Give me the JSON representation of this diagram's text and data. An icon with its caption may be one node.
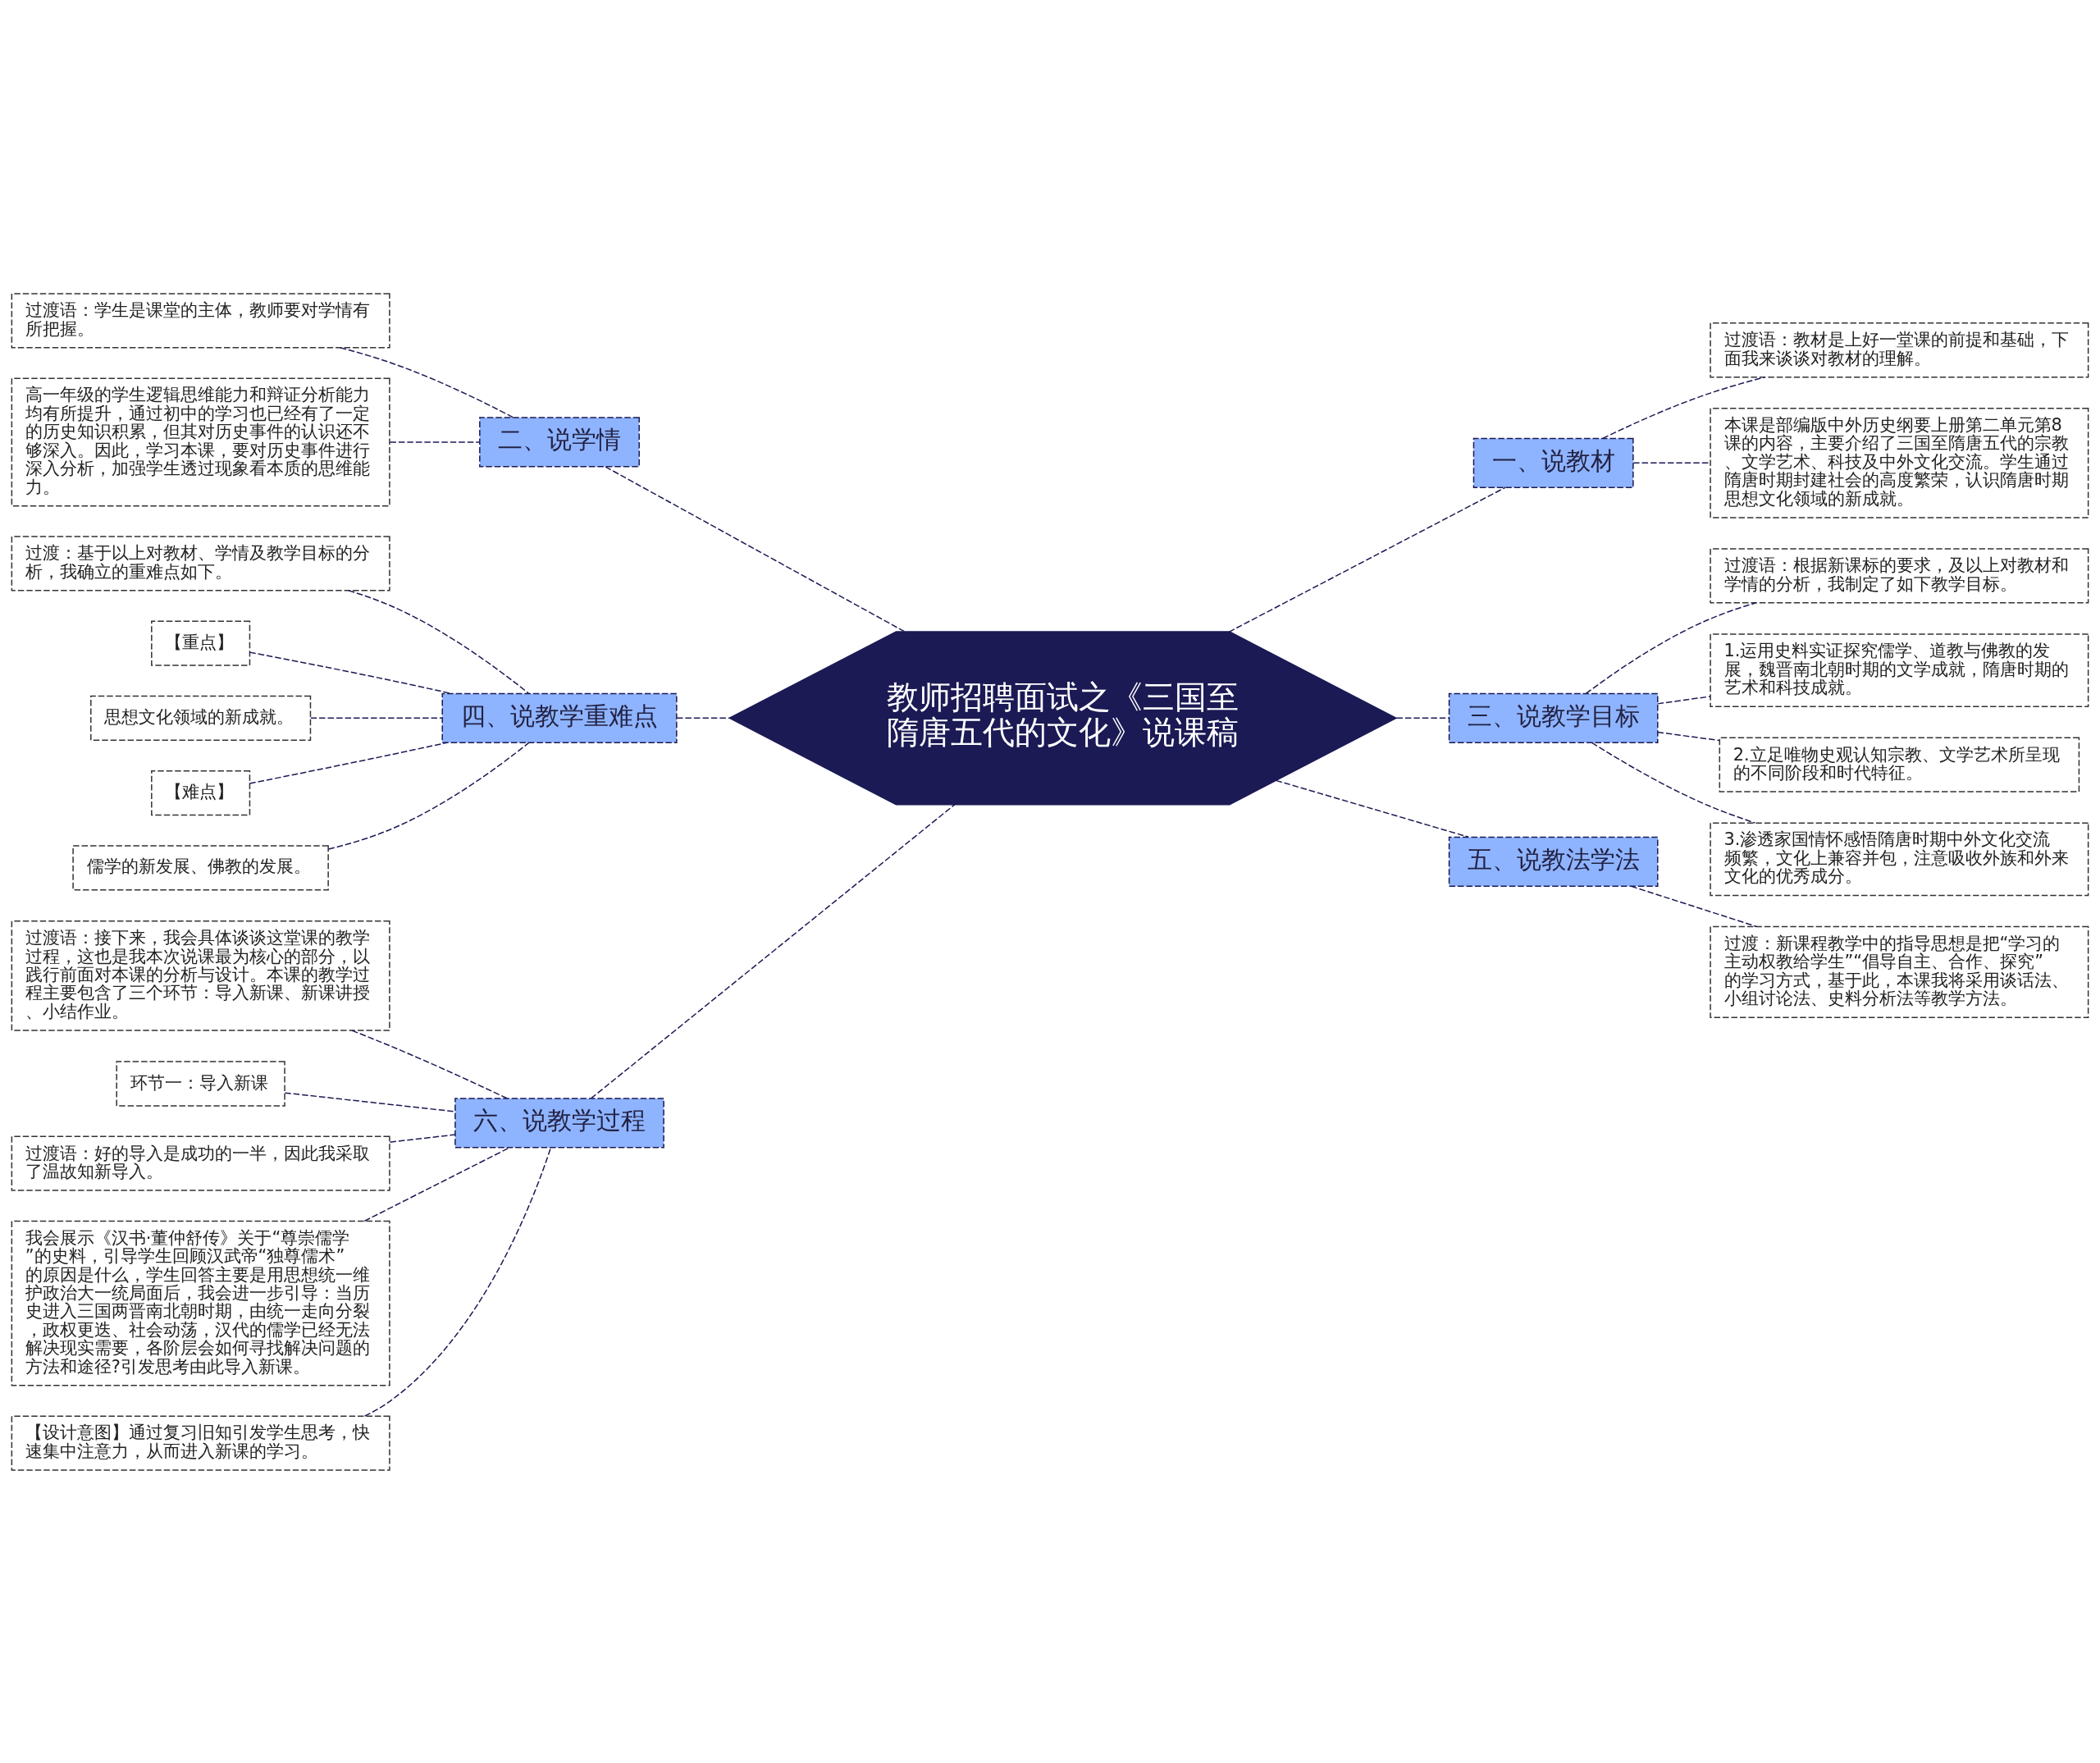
{
  "diagram": {
    "nodes": [
      {
        "text": [
          "教师招聘面试之《三国至隋唐五代的文化》说课稿"
        ]
      },
      {
        "text": [
          "一、说教材"
        ]
      },
      {
        "text": [
          "过渡语：教材是上好一堂课的前提和基础，下面我来谈谈对教材的理解。"
        ]
      },
      {
        "text": [
          "本课是部编版中外历史纲要上册第二单元第8课的内容，主要介绍了三国至隋唐五代的宗教、文学艺术、科技及中外文化交流。学生通过隋唐时期封建社会的高度繁荣，认识隋唐时期思想文化领域的新成就。"
        ]
      },
      {
        "text": [
          "三、说教学目标"
        ]
      },
      {
        "text": [
          "过渡语：根据新课标的要求，及以上对教材和学情的分析，我制定了如下教学目标。"
        ]
      },
      {
        "text": [
          "1.运用史料实证探究儒学、道教与佛教的发展，魏晋南北朝时期的文学成就，隋唐时期的艺术和科技成就。"
        ]
      },
      {
        "text": [
          "2.立足唯物史观认知宗教、文学艺术所呈现的不同阶段和时代特征。"
        ]
      },
      {
        "text": [
          "3.渗透家国情怀感悟隋唐时期中外文化交流频繁，文化上兼容并包，注意吸收外族和外来文化的优秀成分。"
        ]
      },
      {
        "text": [
          "五、说教法学法"
        ]
      },
      {
        "text": [
          "过渡：新课程教学中的指导思想是把“学习的主动权教给学生”“倡导自主、合作、探究”的学习方式，基于此，本课我将采用谈话法、小组讨论法、史料分析法等教学方法。"
        ]
      },
      {
        "text": [
          "二、说学情"
        ]
      },
      {
        "text": [
          "过渡语：学生是课堂的主体，教师要对学情有所把握。"
        ]
      },
      {
        "text": [
          "高一年级的学生逻辑思维能力和辩证分析能力均有所提升，通过初中的学习也已经有了一定的历史知识积累，但其对历史事件的认识还不够深入。因此，学习本课，要对历史事件进行深入分析，加强学生透过现象看本质的思维能力。"
        ]
      },
      {
        "text": [
          "四、说教学重难点"
        ]
      },
      {
        "text": [
          "过渡：基于以上对教材、学情及教学目标的分析，我确立的重难点如下。"
        ]
      },
      {
        "text": [
          "【重点】"
        ]
      },
      {
        "text": [
          "思想文化领域的新成就。"
        ]
      },
      {
        "text": [
          "【难点】"
        ]
      },
      {
        "text": [
          "儒学的新发展、佛教的发展。"
        ]
      },
      {
        "text": [
          "六、说教学过程"
        ]
      },
      {
        "text": [
          "过渡语：接下来，我会具体谈谈这堂课的教学过程，这也是我本次说课最为核心的部分，以践行前面对本课的分析与设计。本课的教学过程主要包含了三个环节：导入新课、新课讲授、小结作业。"
        ]
      },
      {
        "text": [
          "环节一：导入新课"
        ]
      },
      {
        "text": [
          "过渡语：好的导入是成功的一半，因此我采取了温故知新导入。"
        ]
      },
      {
        "text": [
          "我会展示《汉书·董仲舒传》关于“尊崇儒学”的史料，引导学生回顾汉武帝“独尊儒术”的原因是什么，学生回答主要是用思想统一维护政治大一统局面后，我会进一步引导：当历史进入三国两晋南北朝时期，由统一走向分裂，政权更迭、社会动荡，汉代的儒学已经无法解决现实需要，各阶层会如何寻找解决问题的方法和途径?引发思考由此导入新课。"
        ]
      },
      {
        "text": [
          "【设计意图】通过复习旧知引发学生思考，快速集中注意力，从而进入新课的学习。"
        ]
      }
    ],
    "edges": [
      {
        "from": 0,
        "to": 1,
        "arrow": "none",
        "style": "dashed"
      },
      {
        "from": 1,
        "to": 2,
        "arrow": "none",
        "style": "dashed"
      },
      {
        "from": 1,
        "to": 3,
        "arrow": "none",
        "style": "dashed"
      },
      {
        "from": 0,
        "to": 4,
        "arrow": "none",
        "style": "dashed"
      },
      {
        "from": 4,
        "to": 5,
        "arrow": "none",
        "style": "dashed"
      },
      {
        "from": 4,
        "to": 6,
        "arrow": "none",
        "style": "dashed"
      },
      {
        "from": 4,
        "to": 7,
        "arrow": "none",
        "style": "dashed"
      },
      {
        "from": 4,
        "to": 8,
        "arrow": "none",
        "style": "dashed"
      },
      {
        "from": 0,
        "to": 9,
        "arrow": "none",
        "style": "dashed"
      },
      {
        "from": 9,
        "to": 10,
        "arrow": "none",
        "style": "dashed"
      },
      {
        "from": 0,
        "to": 11,
        "arrow": "none",
        "style": "dashed"
      },
      {
        "from": 11,
        "to": 12,
        "arrow": "none",
        "style": "dashed"
      },
      {
        "from": 11,
        "to": 13,
        "arrow": "none",
        "style": "dashed"
      },
      {
        "from": 0,
        "to": 14,
        "arrow": "none",
        "style": "dashed"
      },
      {
        "from": 14,
        "to": 15,
        "arrow": "none",
        "style": "dashed"
      },
      {
        "from": 14,
        "to": 16,
        "arrow": "none",
        "style": "dashed"
      },
      {
        "from": 14,
        "to": 17,
        "arrow": "none",
        "style": "dashed"
      },
      {
        "from": 14,
        "to": 18,
        "arrow": "none",
        "style": "dashed"
      },
      {
        "from": 14,
        "to": 19,
        "arrow": "none",
        "style": "dashed"
      },
      {
        "from": 0,
        "to": 20,
        "arrow": "none",
        "style": "dashed"
      },
      {
        "from": 20,
        "to": 21,
        "arrow": "none",
        "style": "dashed"
      },
      {
        "from": 20,
        "to": 22,
        "arrow": "none",
        "style": "dashed"
      },
      {
        "from": 20,
        "to": 23,
        "arrow": "none",
        "style": "dashed"
      },
      {
        "from": 20,
        "to": 24,
        "arrow": "none",
        "style": "dashed"
      },
      {
        "from": 20,
        "to": 25,
        "arrow": "none",
        "style": "dashed"
      }
    ]
  }
}
